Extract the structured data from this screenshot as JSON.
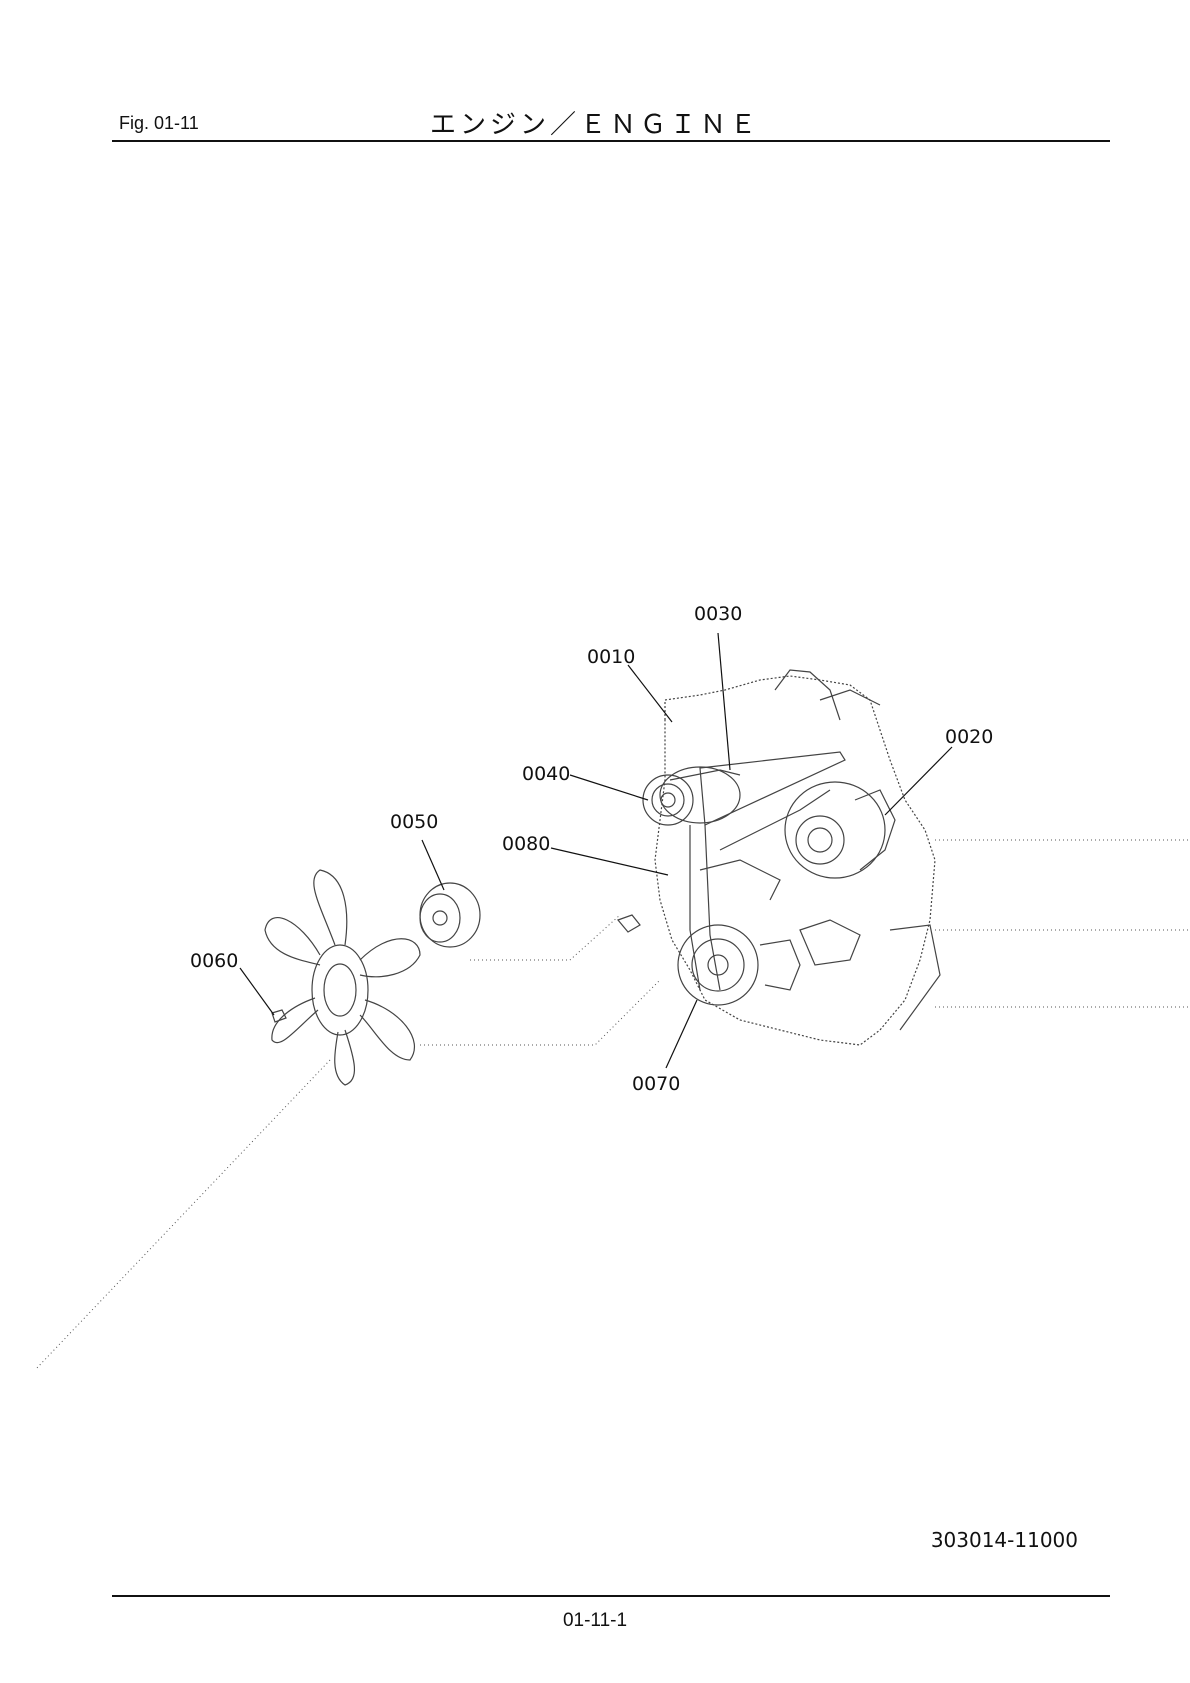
{
  "header": {
    "fig_label": "Fig.  01-11",
    "title": "エンジン／ＥＮＧＩＮＥ"
  },
  "callouts": [
    {
      "id": "0010",
      "label": "0010"
    },
    {
      "id": "0020",
      "label": "0020"
    },
    {
      "id": "0030",
      "label": "0030"
    },
    {
      "id": "0040",
      "label": "0040"
    },
    {
      "id": "0050",
      "label": "0050"
    },
    {
      "id": "0060",
      "label": "0060"
    },
    {
      "id": "0070",
      "label": "0070"
    },
    {
      "id": "0080",
      "label": "0080"
    }
  ],
  "footer": {
    "drawing_code": "303014-11000",
    "page_number": "01-11-1"
  }
}
